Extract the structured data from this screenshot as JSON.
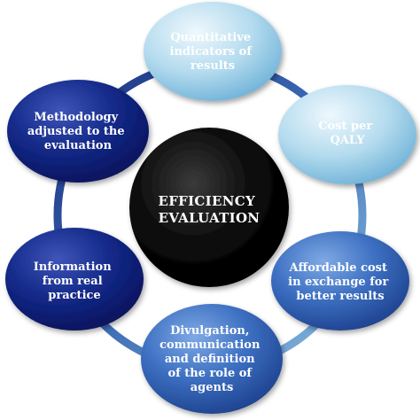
{
  "center": {
    "lines": [
      "EFFICIENCY",
      "EVALUATION"
    ]
  },
  "nodes": [
    {
      "id": "quantitative-indicators",
      "lines": [
        "Quantitative",
        "indicators of",
        "results"
      ],
      "tone": "light"
    },
    {
      "id": "cost-per-qaly",
      "lines": [
        "Cost per",
        "QALY"
      ],
      "tone": "light"
    },
    {
      "id": "affordable-cost",
      "lines": [
        "Affordable cost",
        "in exchange for",
        "better results"
      ],
      "tone": "mid"
    },
    {
      "id": "divulgation",
      "lines": [
        "Divulgation,",
        "communication",
        "and definition",
        "of the role of",
        "agents"
      ],
      "tone": "mid"
    },
    {
      "id": "information-real-practice",
      "lines": [
        "Information",
        "from real",
        "practice"
      ],
      "tone": "dark"
    },
    {
      "id": "methodology",
      "lines": [
        "Methodology",
        "adjusted to the",
        "evaluation"
      ],
      "tone": "dark"
    }
  ],
  "colors": {
    "ring": "#2e5598",
    "center": "#050505",
    "light": "#a9d4ea",
    "mid": "#3f73c4",
    "dark": "#0d1f7a"
  }
}
